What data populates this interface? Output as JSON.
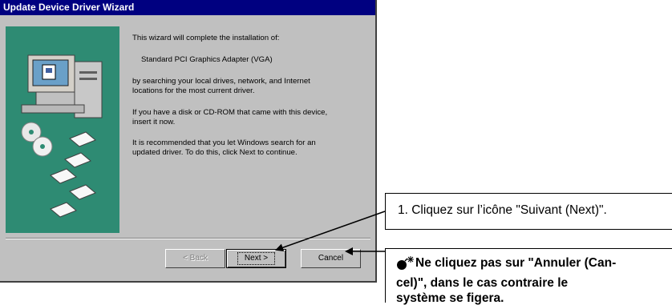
{
  "window": {
    "title": "Update Device Driver Wizard"
  },
  "wizard": {
    "line1": "This wizard will complete the installation of:",
    "device": "Standard PCI Graphics Adapter (VGA)",
    "line2": "by searching your local drives, network, and Internet\nlocations for the most current driver.",
    "line3": "If you have a disk or CD-ROM that came with this device,\ninsert it now.",
    "line4": "It is recommended that you let Windows search for an\nupdated driver. To do this, click Next to continue."
  },
  "buttons": {
    "back": "< Back",
    "next": "Next >",
    "cancel": "Cancel"
  },
  "callouts": {
    "step1": "1. Cliquez sur l’icône \"Suivant (Next)\".",
    "warn_line1": "Ne cliquez pas sur \"Annuler (Can-",
    "warn_line2": "cel)\", dans le cas contraire le",
    "warn_line3": "système se figera."
  },
  "colors": {
    "titlebar": "#000080",
    "art_bg": "#2e8b73",
    "dialog": "#c0c0c0"
  },
  "icons": [
    "computer-icon",
    "cd-disc-icon",
    "floppy-disk-icon",
    "bomb-icon",
    "arrow-icon"
  ]
}
